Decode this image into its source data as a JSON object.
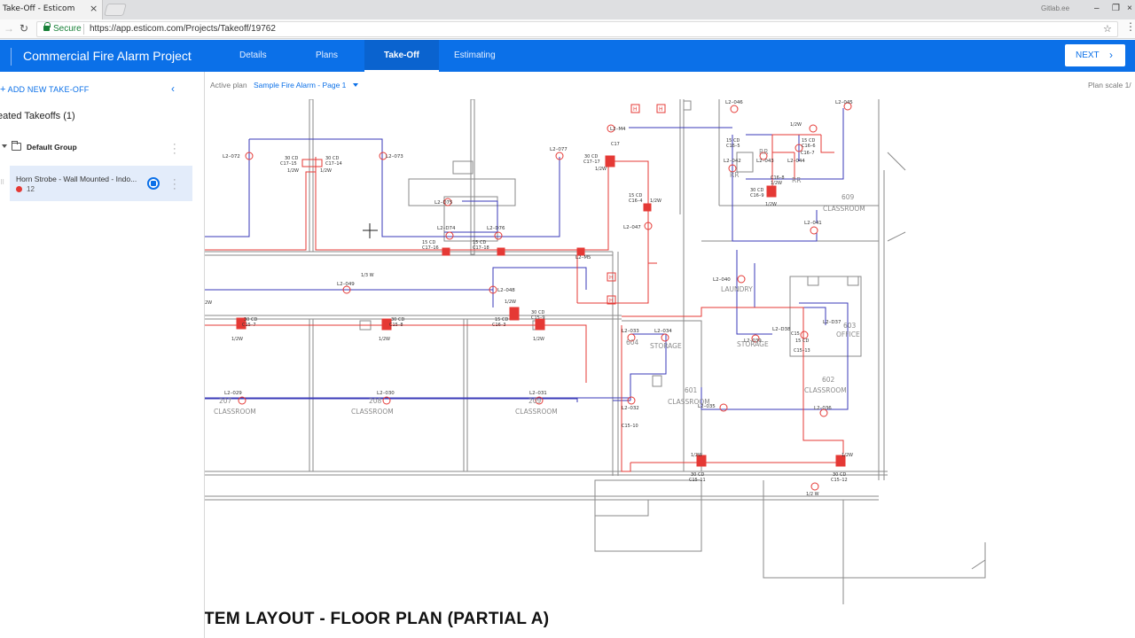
{
  "browser": {
    "tab_title": "Take-Off - Esticom",
    "tab_close": "×",
    "profile": "Gitlab.ee",
    "secure_label": "Secure",
    "url": "https://app.esticom.com/Projects/Takeoff/19762"
  },
  "header": {
    "project_title": "Commercial Fire Alarm Project",
    "tabs": [
      "Details",
      "Plans",
      "Take-Off",
      "Estimating"
    ],
    "active_tab": "Take-Off",
    "next_label": "NEXT"
  },
  "sidebar": {
    "add_label": "ADD NEW TAKE-OFF",
    "created_title": "eated Takeoffs (1)",
    "group_label": "Default Group",
    "item": {
      "label": "Horn Strobe - Wall Mounted - Indo...",
      "count": "12",
      "color": "#e53935"
    }
  },
  "plan": {
    "active_plan_label": "Active plan",
    "active_plan_value": "Sample Fire Alarm - Page 1",
    "plan_scale": "Plan scale 1/",
    "title": "TEM LAYOUT -  FLOOR PLAN (PARTIAL A)",
    "rooms": [
      "CLASSROOM",
      "CLASSROOM",
      "CLASSROOM",
      "CLASSROOM",
      "CLASSROOM",
      "CLASSROOM",
      "STORAGE",
      "STORAGE",
      "LAUNDRY",
      "OFFICE",
      "RR",
      "RR",
      "RR"
    ],
    "room_numbers": [
      "609",
      "601",
      "602",
      "207",
      "208",
      "209",
      "603",
      "604"
    ],
    "device_labels": [
      "L2-072",
      "L2-073",
      "L2-077",
      "L2-M4",
      "L2-046",
      "L2-045",
      "L2-042",
      "L2-043",
      "L2-044",
      "L2-075",
      "L2-074",
      "L2-076",
      "L2-047",
      "L2-041",
      "L2-M5",
      "L2-049",
      "L2-048",
      "L2-040",
      "L2-033",
      "L2-034",
      "L2-039",
      "L2-038",
      "L2-037",
      "L2-029",
      "L2-030",
      "L2-031",
      "L2-032",
      "L2-035",
      "L2-036"
    ],
    "circuit_labels": [
      "C17-14",
      "C17-16",
      "C17-17",
      "C17-18",
      "C16-4",
      "C16-5",
      "C16-6",
      "C16-7",
      "C16-8",
      "C16-9",
      "C15-7",
      "C15-8",
      "C15-9",
      "C15-10",
      "C15-11",
      "C15-12",
      "C15-13",
      "C16-3"
    ],
    "candela_labels": [
      "30 CD",
      "15 CD",
      "1/2W",
      "1/3 W",
      "1/2 W"
    ]
  },
  "colors": {
    "brand": "#0b70e8",
    "red_circuit": "#e53935",
    "blue_circuit": "#3a3ab8"
  }
}
